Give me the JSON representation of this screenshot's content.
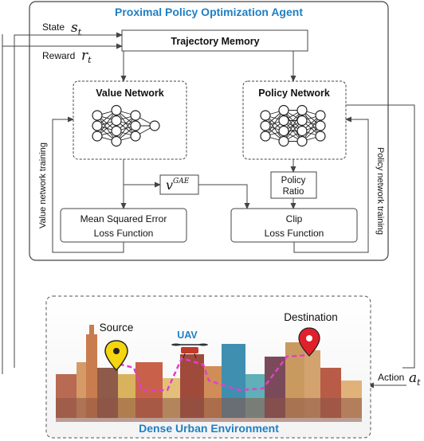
{
  "agent": {
    "title": "Proximal Policy Optimization Agent",
    "trajectory_memory": "Trajectory Memory",
    "value_network": "Value Network",
    "policy_network": "Policy Network",
    "vgae_symbol": "v",
    "vgae_superscript": "GAE",
    "policy_ratio_line1": "Policy",
    "policy_ratio_line2": "Ratio",
    "mse_line1": "Mean Squared Error",
    "mse_line2": "Loss Function",
    "clip_line1": "Clip",
    "clip_line2": "Loss Function",
    "value_training": "Value network training",
    "policy_training": "Policy network training"
  },
  "signals": {
    "state_label": "State",
    "state_symbol": "s",
    "state_subscript": "t",
    "reward_label": "Reward",
    "reward_symbol": "r",
    "reward_subscript": "t",
    "action_label": "Action",
    "action_symbol": "a",
    "action_subscript": "t"
  },
  "environment": {
    "title": "Dense Urban Environment",
    "source": "Source",
    "destination": "Destination",
    "uav": "UAV"
  },
  "colors": {
    "title_blue": "#1f7fc4",
    "line": "#333333",
    "dashed": "#555555",
    "source_pin": "#f5d50f",
    "destination_pin": "#e0202a",
    "path": "#e040c8",
    "uav": "#c0392b"
  }
}
